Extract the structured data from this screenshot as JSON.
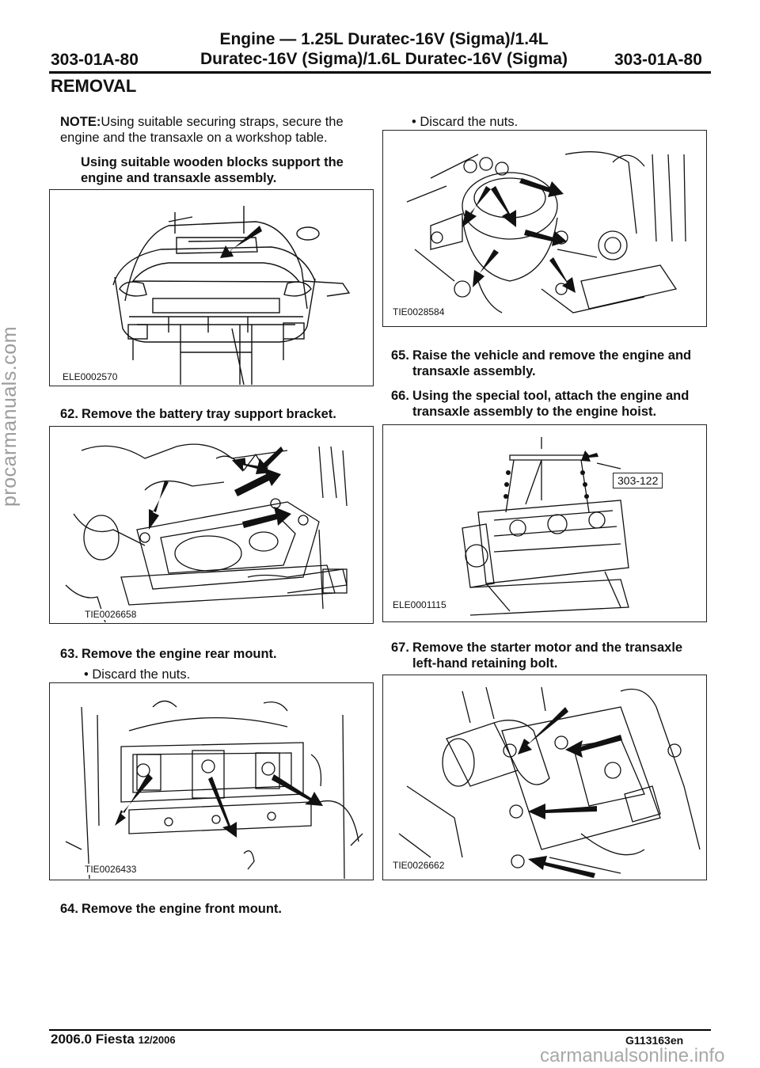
{
  "watermark_side": "procarmanuals.com",
  "watermark_bottom": "carmanualsonline.info",
  "header": {
    "page_left": "303-01A-80",
    "page_right": "303-01A-80",
    "title_line1": "Engine — 1.25L Duratec-16V (Sigma)/1.4L",
    "title_line2": "Duratec-16V (Sigma)/1.6L Duratec-16V (Sigma)"
  },
  "section": "REMOVAL",
  "left": {
    "note_label": "NOTE:",
    "note_text": "Using suitable securing straps, secure the engine and the transaxle on a workshop table.",
    "wood_step": "Using suitable wooden blocks support the engine and transaxle assembly.",
    "fig1_code": "ELE0002570",
    "step62_num": "62.",
    "step62_text": "Remove the battery tray support bracket.",
    "fig2_code": "TIE0026658",
    "step63_num": "63.",
    "step63_text": "Remove the engine rear mount.",
    "step63_sub": "Discard the nuts.",
    "fig3_code": "TIE0026433",
    "step64_num": "64.",
    "step64_text": "Remove the engine front mount."
  },
  "right": {
    "sub_discard": "Discard the nuts.",
    "fig4_code": "TIE0028584",
    "step65_num": "65.",
    "step65_text": "Raise the vehicle and remove the engine and transaxle assembly.",
    "step66_num": "66.",
    "step66_text": "Using the special tool, attach the engine and transaxle assembly to the engine hoist.",
    "fig5_code": "ELE0001115",
    "fig5_tool": "303-122",
    "step67_num": "67.",
    "step67_text": "Remove the starter motor and the transaxle left-hand retaining bolt.",
    "fig6_code": "TIE0026662"
  },
  "footer": {
    "left_main": "2006.0 Fiesta",
    "left_date": "12/2006",
    "right": "G113163en"
  }
}
